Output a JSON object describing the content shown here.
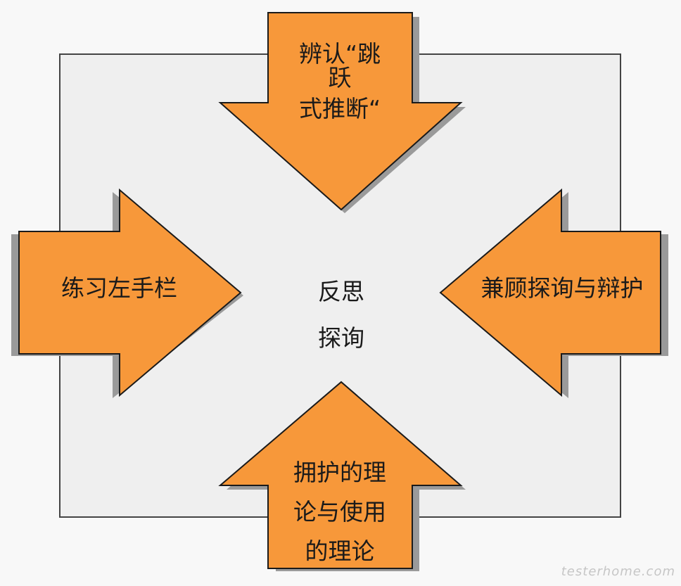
{
  "colors": {
    "arrow_fill": "#f7983a",
    "arrow_stroke": "#1a1a1a",
    "shadow": "#9a9a9a",
    "panel": "#efefef"
  },
  "center": {
    "line1": "反思",
    "line2": "探询"
  },
  "arrows": {
    "top": {
      "line1": "辨认“跳",
      "line2": "跃",
      "line3": "式推断“"
    },
    "left": {
      "label": "练习左手栏"
    },
    "right": {
      "label": "兼顾探询与辩护"
    },
    "bottom": {
      "line1": "拥护的理",
      "line2": "论与使用",
      "line3": "的理论"
    }
  },
  "watermark": "testerhome.com"
}
